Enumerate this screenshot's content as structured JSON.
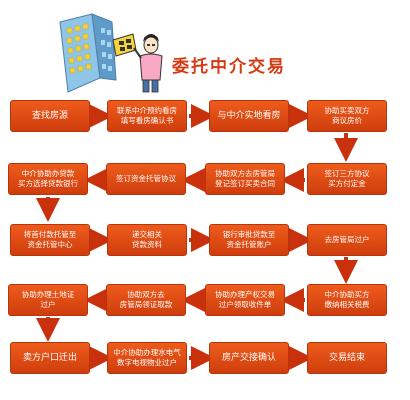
{
  "title": "委托中介交易",
  "steps": [
    {
      "id": "s1",
      "label": "查找房源"
    },
    {
      "id": "s2",
      "label": "联系中介预约看房\n填写看房确认书"
    },
    {
      "id": "s3",
      "label": "与中介实地看房"
    },
    {
      "id": "s4",
      "label": "协助买卖双方\n商议房价"
    },
    {
      "id": "s5",
      "label": "签订三方协议\n买方付定金"
    },
    {
      "id": "s6",
      "label": "协助双方去房管局\n登记签订买卖合同"
    },
    {
      "id": "s7",
      "label": "签订资金托管协议"
    },
    {
      "id": "s8",
      "label": "中介协助办贷款\n买方选择贷款银行"
    },
    {
      "id": "s9",
      "label": "将首付款托管至\n资金托管中心"
    },
    {
      "id": "s10",
      "label": "递交相关\n贷款资料"
    },
    {
      "id": "s11",
      "label": "银行审批贷款至\n资金托管账户"
    },
    {
      "id": "s12",
      "label": "去房管局过户"
    },
    {
      "id": "s13",
      "label": "中介协助买方\n缴纳相关税费"
    },
    {
      "id": "s14",
      "label": "协助办理产权交易\n过户领取收件单"
    },
    {
      "id": "s15",
      "label": "协助双方去\n房管局领证取款"
    },
    {
      "id": "s16",
      "label": "协助办理土地证\n过户"
    },
    {
      "id": "s17",
      "label": "卖方户口迁出"
    },
    {
      "id": "s18",
      "label": "中介协助办理水电气\n数字电视物业过户"
    },
    {
      "id": "s19",
      "label": "房产交接确认"
    },
    {
      "id": "s20",
      "label": "交易结束"
    }
  ],
  "colors": {
    "box": "#e04a14",
    "arrow": "#c8310c",
    "title": "#d63a12"
  },
  "illustration": {
    "building": "building-icon",
    "person": "agent-person-icon",
    "sign": "house-sign-icon"
  }
}
